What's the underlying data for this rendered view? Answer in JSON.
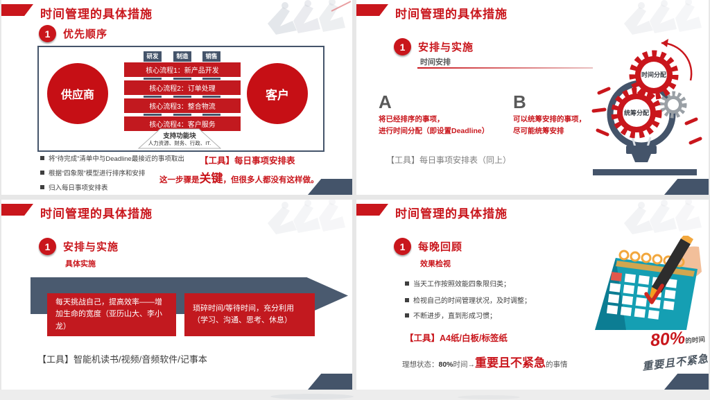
{
  "theme": {
    "accent_red": "#c9161c",
    "bar_red": "#c2191f",
    "slate": "#44546a",
    "text_gray": "#595959"
  },
  "slides": [
    {
      "title": "时间管理的具体措施",
      "number": "1",
      "heading": "优先顺序",
      "diagram": {
        "tabs": [
          "研发",
          "制造",
          "销售"
        ],
        "left_circle": "供应商",
        "right_circle": "客户",
        "bars": [
          "核心流程1：新产品开发",
          "核心流程2：订单处理",
          "核心流程3：整合物流",
          "核心流程4：客户服务"
        ],
        "support_title": "支持功能块",
        "support_detail": "人力资源、财务、行政、IT."
      },
      "bullets": [
        "将“待完成”清单中与Deadline最接近的事项取出",
        "根据“四象限”模型进行排序和安排",
        "归入每日事项安排表"
      ],
      "tool": "【工具】每日事项安排表",
      "key_line": {
        "prefix": "这一步骤是",
        "key": "关键",
        "suffix": "，但很多人都没有这样做。"
      }
    },
    {
      "title": "时间管理的具体措施",
      "number": "1",
      "heading": "安排与实施",
      "subtitle": "时间安排",
      "col_a": {
        "letter": "A",
        "line1": "将已经排序的事项，",
        "line2": "进行时间分配（即设置Deadline）"
      },
      "col_b": {
        "letter": "B",
        "line1": "可以统筹安排的事项，",
        "line2": "尽可能统筹安排"
      },
      "tool": "【工具】每日事项安排表（同上）",
      "gears": {
        "top": "时间分配",
        "bottom": "统筹分配"
      }
    },
    {
      "title": "时间管理的具体措施",
      "number": "1",
      "heading": "安排与实施",
      "subtitle": "具体实施",
      "boxes": [
        "每天挑战自己，提高效率——增加生命的宽度（亚历山大、李小龙）",
        "琐碎时间/等待时间，充分利用（学习、沟通、思考、休息）"
      ],
      "tool": "【工具】智能机读书/视频/音频软件/记事本"
    },
    {
      "title": "时间管理的具体措施",
      "number": "1",
      "heading": "每晚回顾",
      "subtitle": "效果检视",
      "bullets": [
        "当天工作按照效能四象限归类；",
        "检视自己的时间管理状况，及时调整；",
        "不断进步，直到形成习惯；"
      ],
      "tool": "【工具】A4纸/白板/标签纸",
      "ideal": {
        "label": "理想状态：",
        "pct": "80%",
        "mid": "时间→",
        "key": "重要且不紧急",
        "tail": "的事情"
      },
      "calendar_caption": {
        "pct": "80%",
        "pct_suffix": "的时间",
        "line2": "重要且不紧急"
      }
    }
  ]
}
